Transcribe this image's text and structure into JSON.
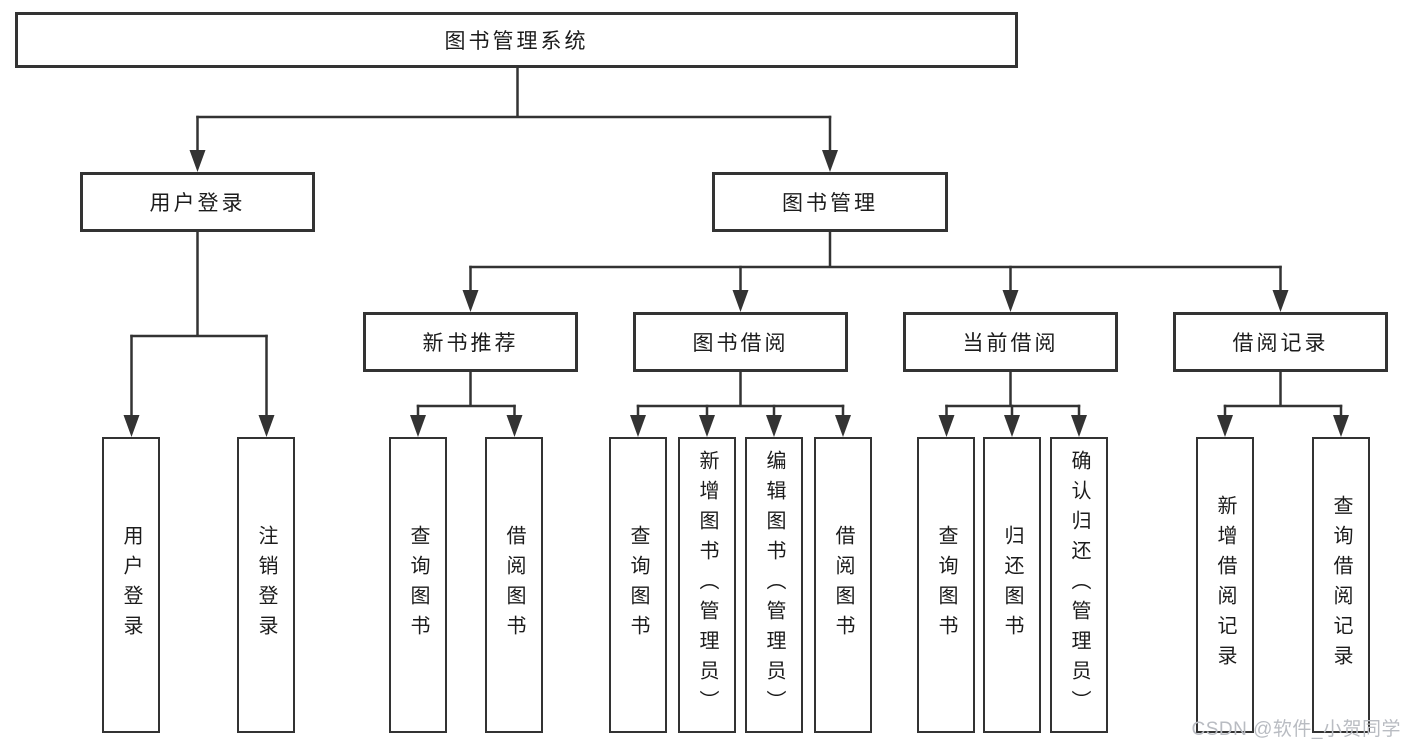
{
  "diagram": {
    "colors": {
      "background": "#ffffff",
      "line": "#333333",
      "text": "#1c1c1c",
      "watermark": "#b9bcc2"
    },
    "nodes": {
      "root": {
        "label": "图书管理系统"
      },
      "user_login": {
        "label": "用户登录"
      },
      "book_mgmt": {
        "label": "图书管理"
      },
      "new_book": {
        "label": "新书推荐"
      },
      "book_borrow": {
        "label": "图书借阅"
      },
      "current_borrow": {
        "label": "当前借阅"
      },
      "borrow_records": {
        "label": "借阅记录"
      },
      "leaf_user_login": {
        "label": "用户登录"
      },
      "leaf_logout": {
        "label": "注销登录"
      },
      "leaf_nb_query": {
        "label": "查询图书"
      },
      "leaf_nb_borrow": {
        "label": "借阅图书"
      },
      "leaf_bb_query": {
        "label": "查询图书"
      },
      "leaf_bb_add": {
        "label": "新增图书（管理员）"
      },
      "leaf_bb_edit": {
        "label": "编辑图书（管理员）"
      },
      "leaf_bb_borrow": {
        "label": "借阅图书"
      },
      "leaf_cb_query": {
        "label": "查询图书"
      },
      "leaf_cb_return": {
        "label": "归还图书"
      },
      "leaf_cb_confirm": {
        "label": "确认归还（管理员）"
      },
      "leaf_br_add": {
        "label": "新增借阅记录"
      },
      "leaf_br_query": {
        "label": "查询借阅记录"
      }
    },
    "watermark_text": "CSDN @软件_小贺同学"
  }
}
